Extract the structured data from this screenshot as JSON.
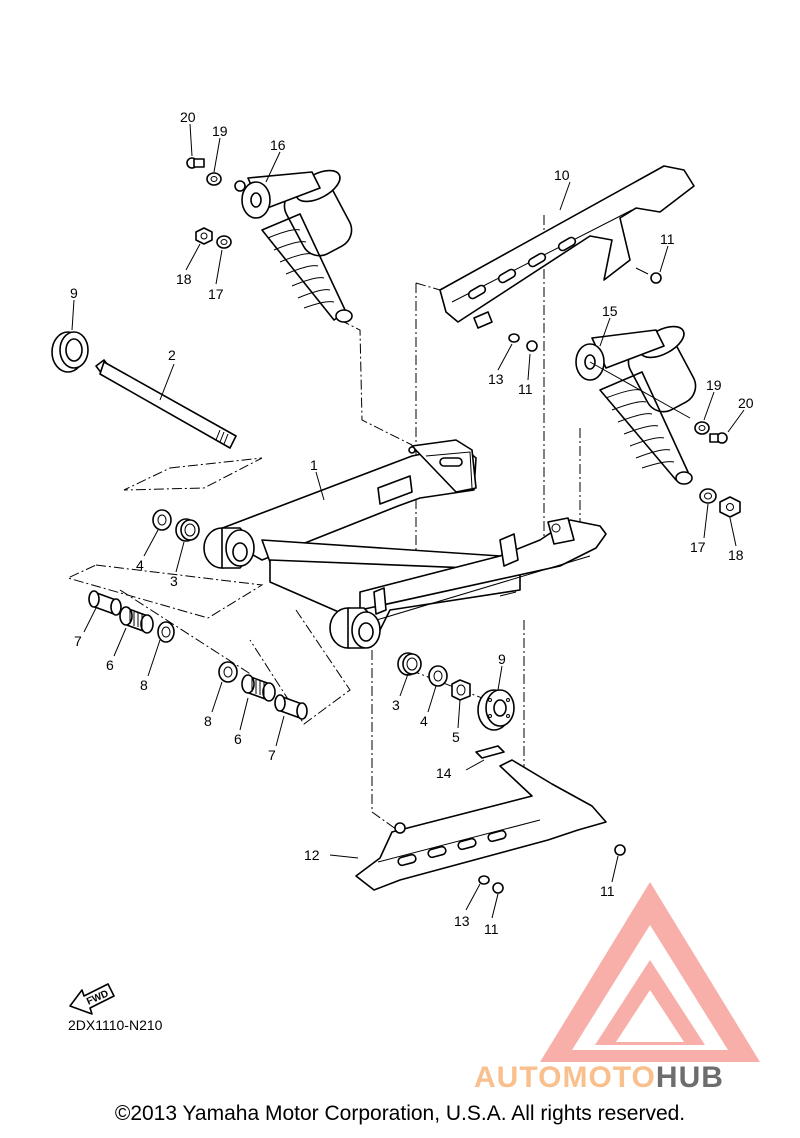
{
  "callouts": [
    "20",
    "19",
    "16",
    "10",
    "11",
    "18",
    "17",
    "9",
    "2",
    "15",
    "13",
    "11",
    "19",
    "20",
    "1",
    "4",
    "3",
    "17",
    "18",
    "7",
    "6",
    "8",
    "9",
    "3",
    "4",
    "5",
    "8",
    "6",
    "7",
    "14",
    "12",
    "11",
    "13",
    "11"
  ],
  "diagram_code": "2DX1110-N210",
  "fwd_label": "FWD",
  "watermark": {
    "part1": "AUTOMOTO",
    "part2": "HUB",
    "color_primary": "#f4827b",
    "color_light": "#f9c7a8",
    "color_dark": "#6d6d6d"
  },
  "copyright": "©2013 Yamaha Motor Corporation, U.S.A. All rights reserved."
}
